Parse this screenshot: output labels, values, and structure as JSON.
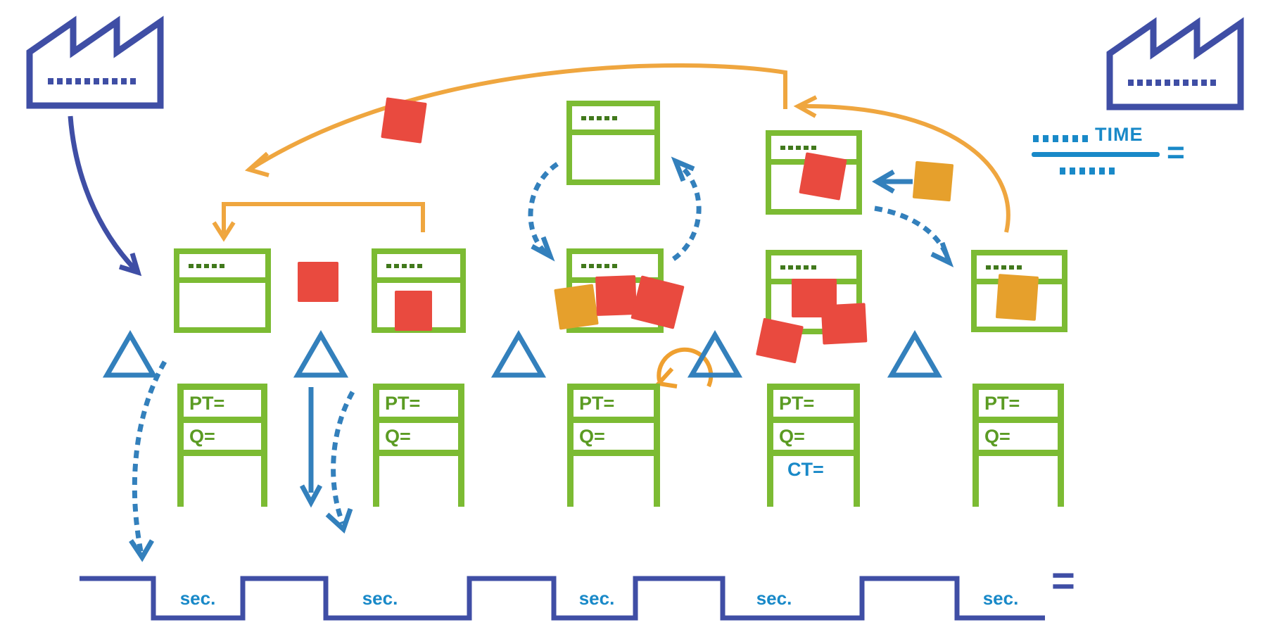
{
  "palette": {
    "indigo": "#3f4ea5",
    "teal": "#1989c8",
    "blue": "#3380bc",
    "green_border": "#7cbb33",
    "green_text": "#5b9b23",
    "orange_arrow": "#efa63f",
    "sticky_red": "#e94a3f",
    "sticky_orange": "#e6a02c"
  },
  "factories": {
    "supplier_label_dots": "..........",
    "customer_label_dots": ".........."
  },
  "takt_formula": {
    "numerator_dots": "......",
    "numerator_label": "TIME",
    "denominator_dots": "......",
    "equals_sign": "="
  },
  "process_labels": {
    "title_placeholder_dots": "......",
    "pt": "PT=",
    "q": "Q=",
    "ct": "CT="
  },
  "timeline": {
    "unit_labels": [
      {
        "label": "sec."
      },
      {
        "label": "sec."
      },
      {
        "label": "sec."
      },
      {
        "label": "sec."
      },
      {
        "label": "sec."
      }
    ],
    "equals_sign": "="
  }
}
